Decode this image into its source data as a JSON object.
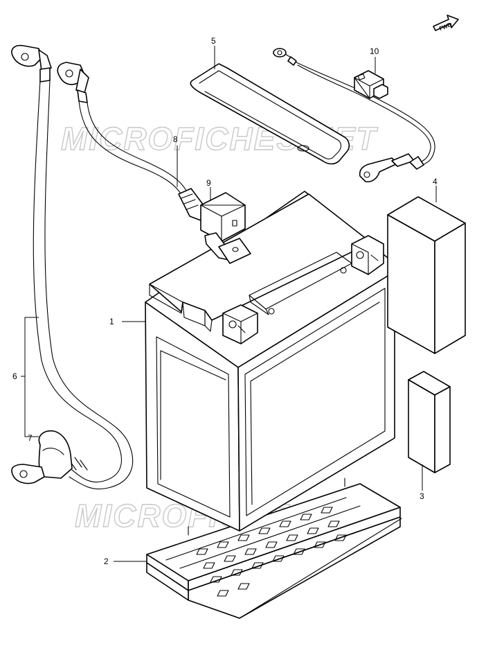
{
  "fwd_label": "FWD",
  "watermark": {
    "text": "MICROFICHES.NET",
    "color": "#c8c8c8"
  },
  "callouts": {
    "battery": "1",
    "tray": "2",
    "small_pad": "3",
    "large_pad": "4",
    "strap": "5",
    "negative_cable": "6",
    "negative_cap": "7",
    "positive_cable": "8",
    "positive_cap": "9",
    "lead_wire": "10"
  },
  "colors": {
    "line": "#000000",
    "background": "#ffffff"
  }
}
